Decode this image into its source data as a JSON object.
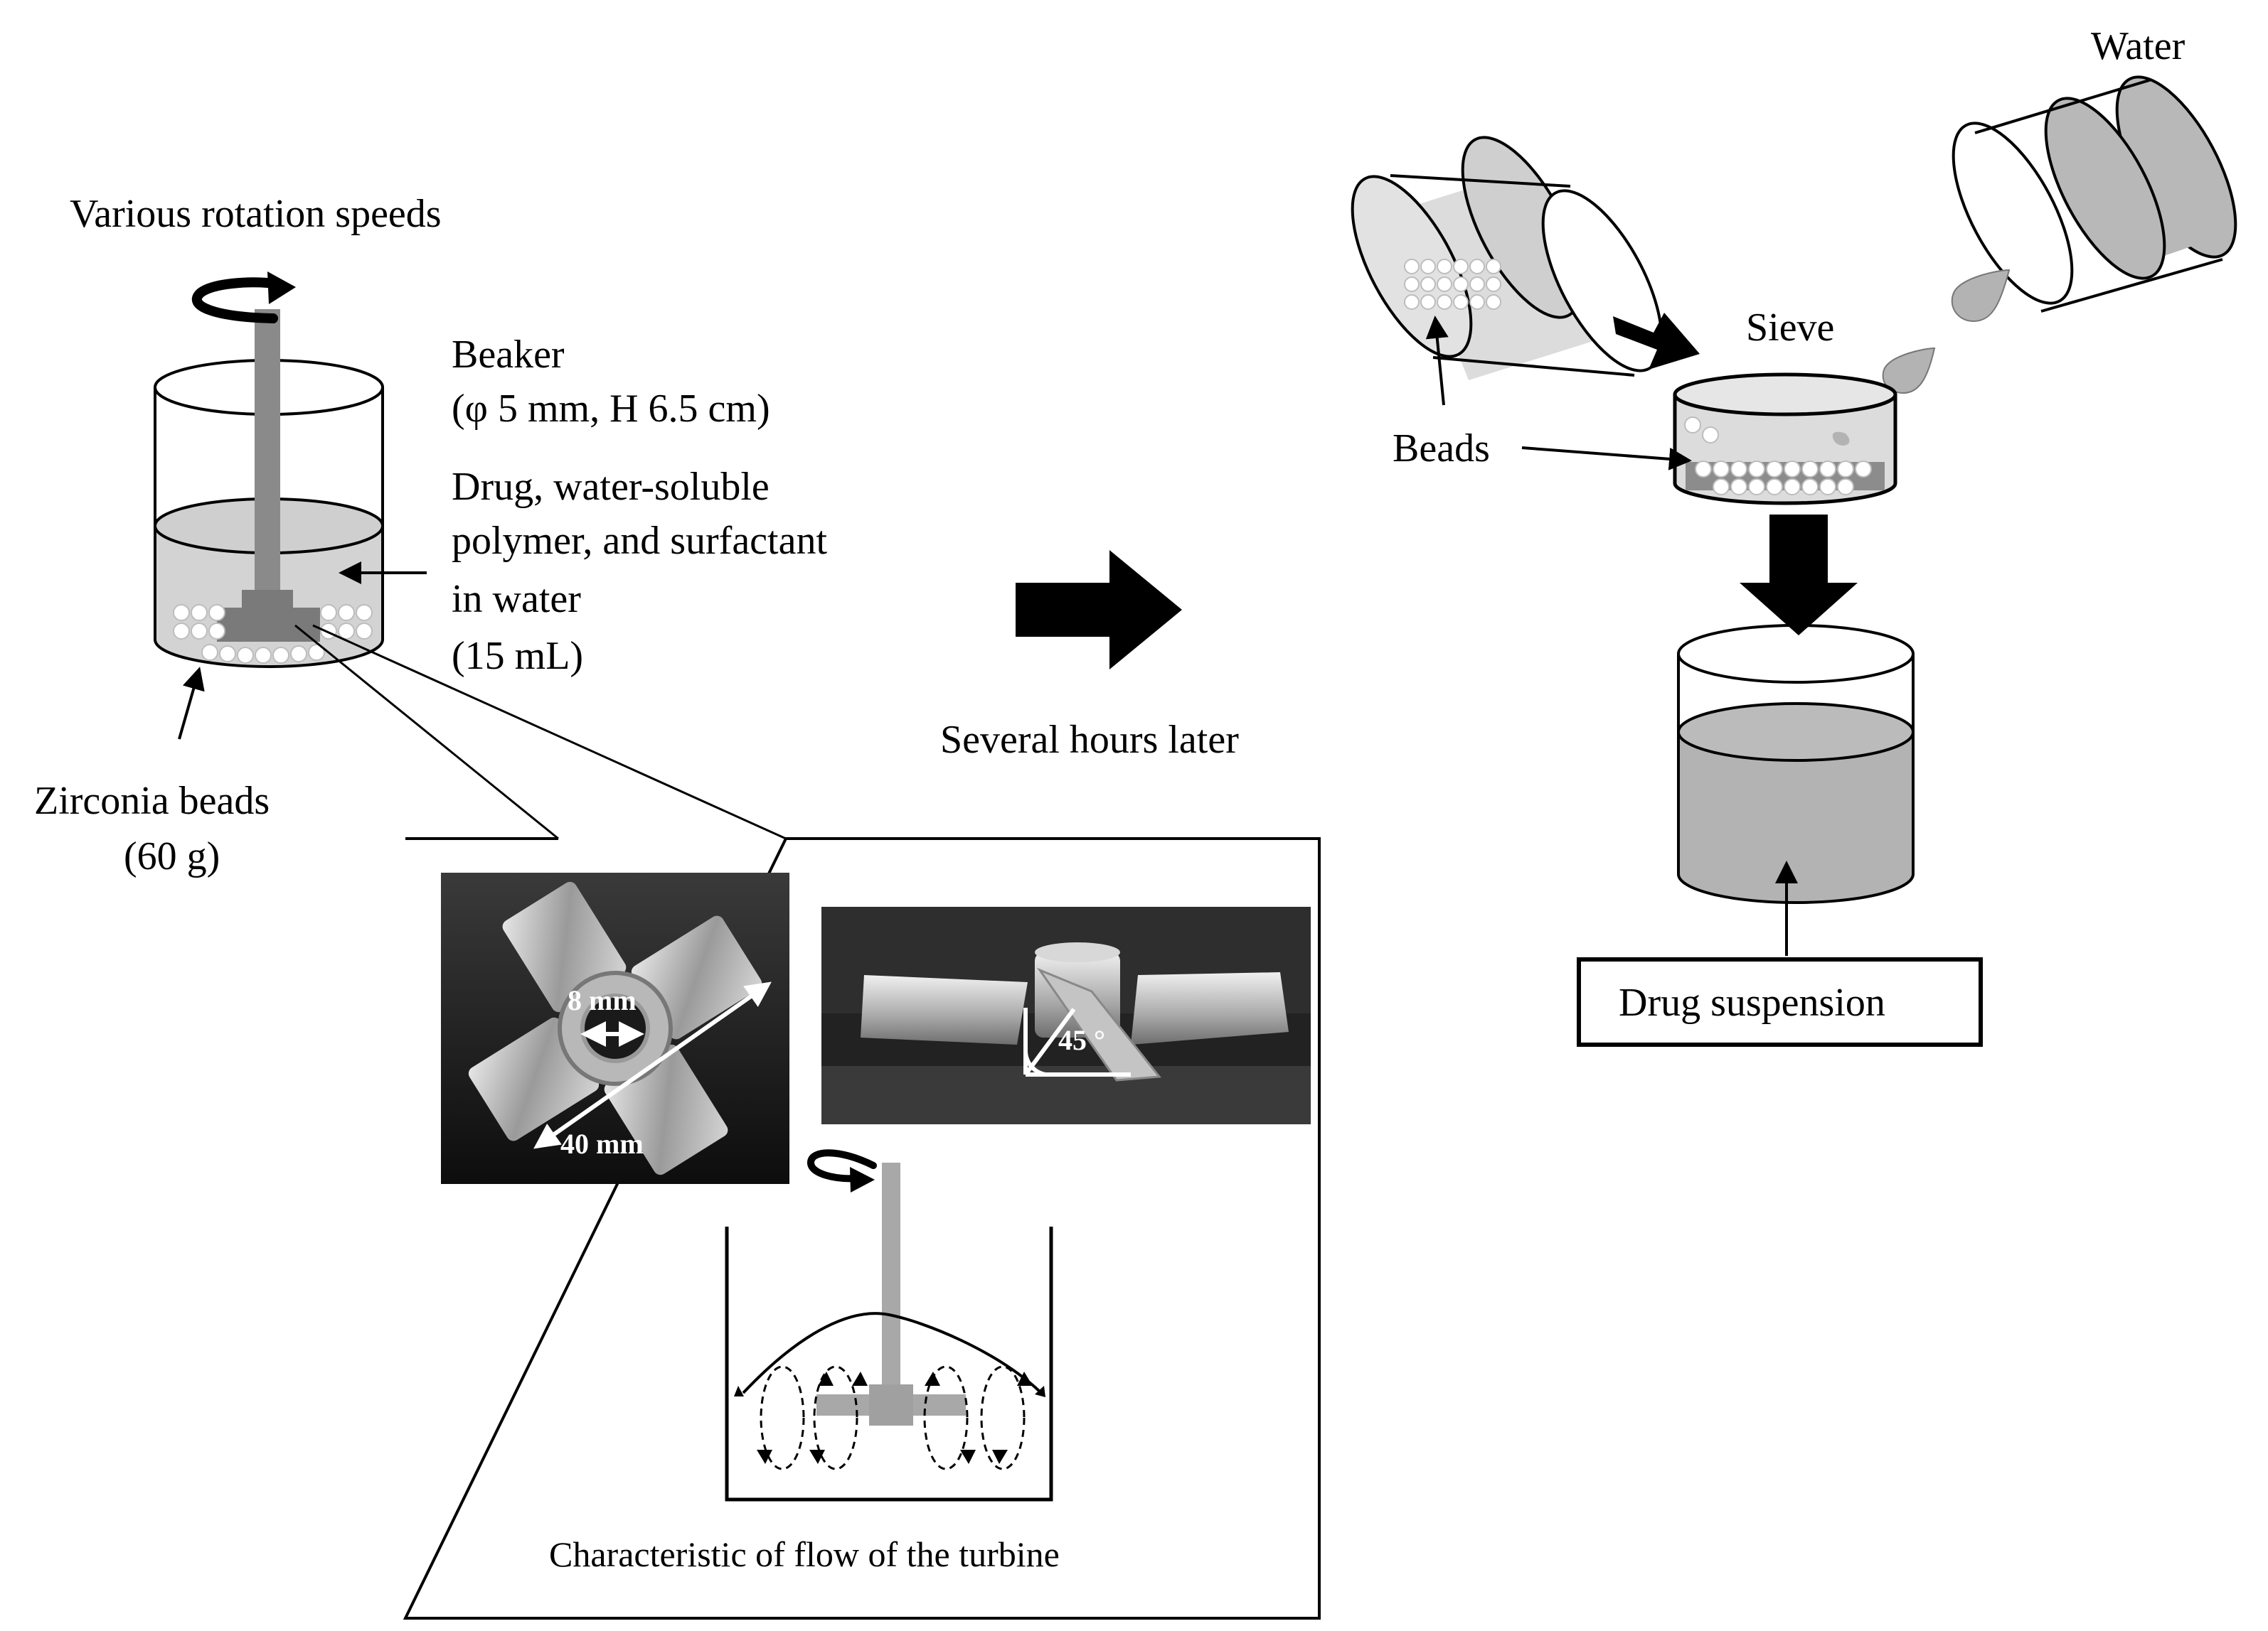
{
  "left_panel": {
    "rotation_label": "Various rotation speeds",
    "beaker_title": "Beaker",
    "beaker_dims": "(φ 5 mm, H 6.5 cm)",
    "contents_line1": "Drug, water-soluble",
    "contents_line2": "polymer, and surfactant",
    "contents_line3": "in water",
    "contents_volume": "(15 mL)",
    "beads_line1": "Zirconia beads",
    "beads_line2": "(60 g)"
  },
  "middle": {
    "time_label": "Several hours later"
  },
  "inset": {
    "dim_small": "8 mm",
    "dim_large": "40 mm",
    "angle": "45 °",
    "flow_caption": "Characteristic of flow of the turbine"
  },
  "right_panel": {
    "water_label": "Water",
    "sieve_label": "Sieve",
    "beads_label": "Beads",
    "product_label": "Drug suspension"
  },
  "colors": {
    "liquid": "#d0d0d0",
    "dark_liquid": "#b3b3b3",
    "shaft": "#8a8a8a",
    "bead": "#ffffff",
    "photo_bg": "#0a0a0a"
  }
}
